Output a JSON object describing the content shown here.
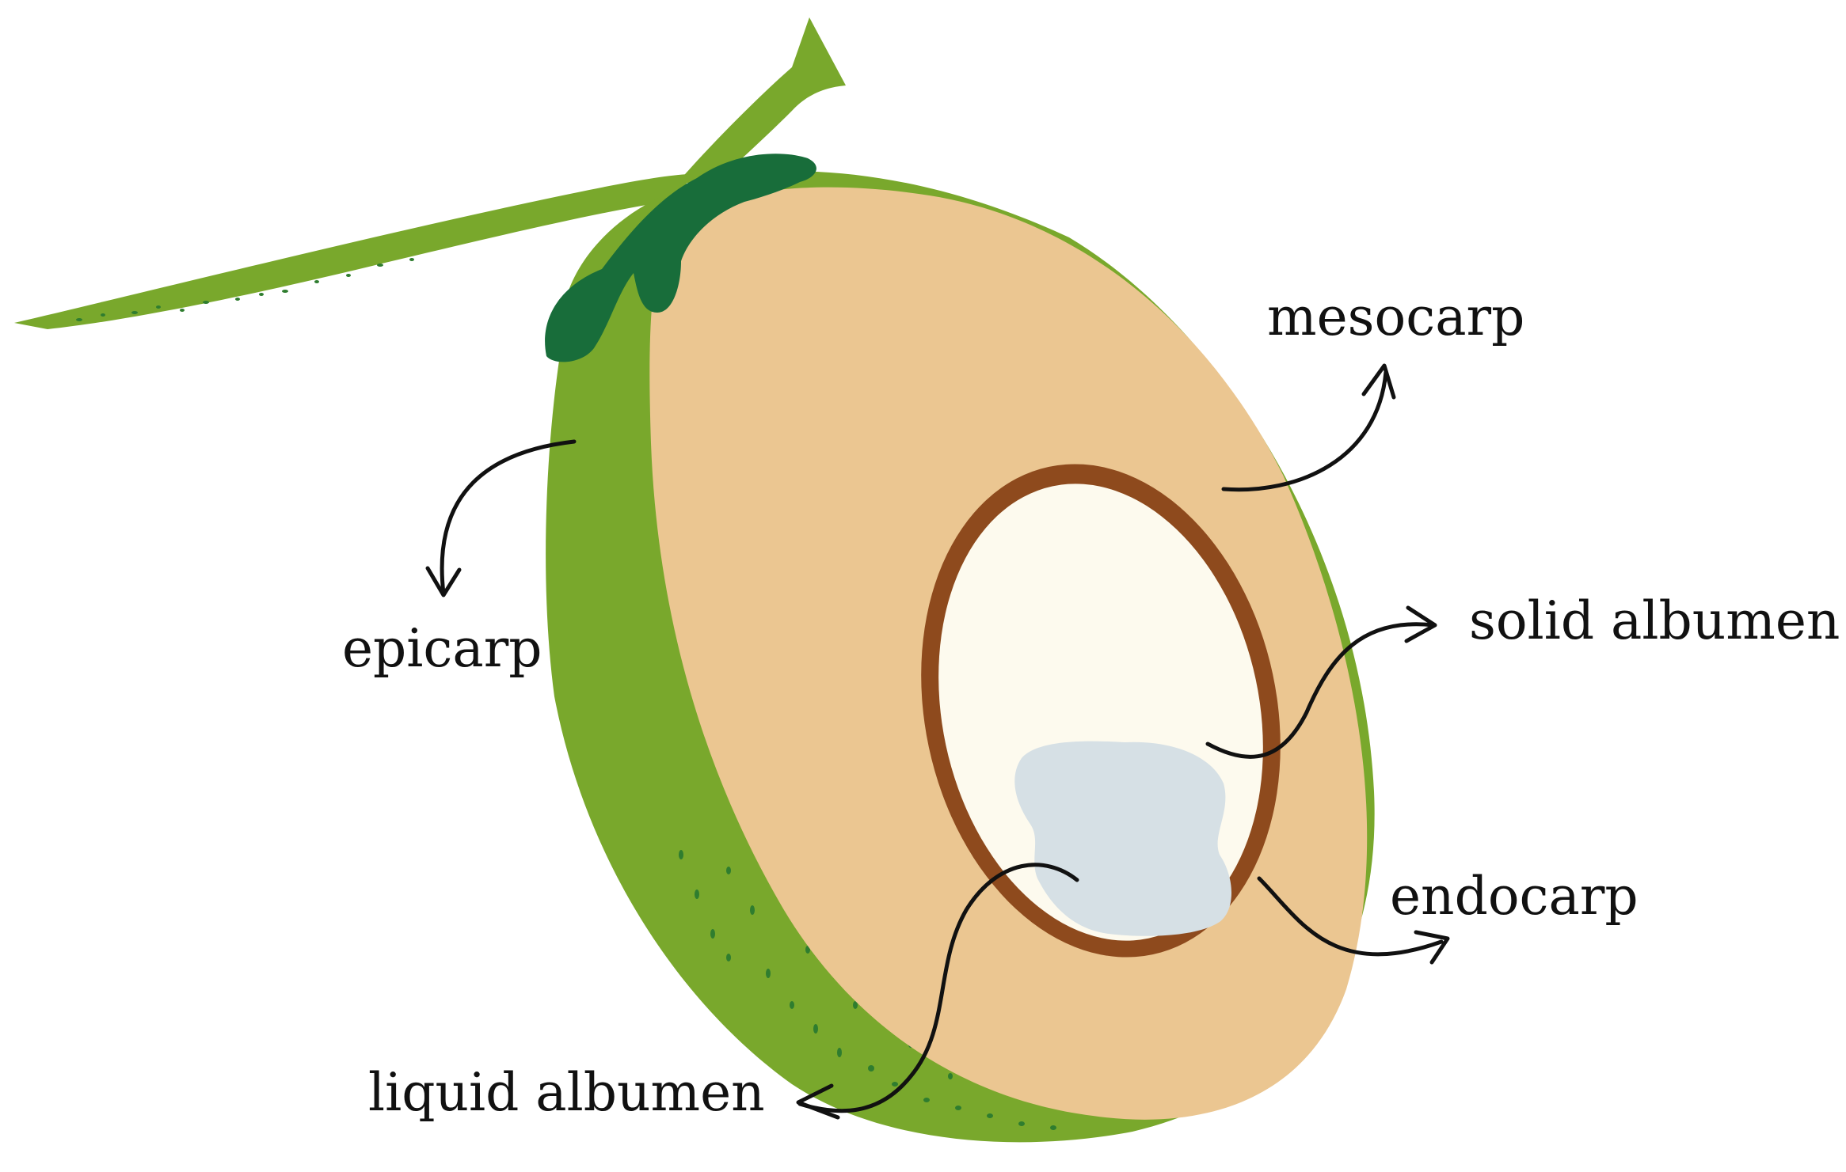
{
  "labels": {
    "mesocarp": "mesocarp",
    "epicarp": "epicarp",
    "solid_albumen": "solid albumen",
    "endocarp": "endocarp",
    "liquid_albumen": "liquid albumen"
  },
  "colors": {
    "epicarp_green": "#79a82c",
    "calyx_green": "#186d3a",
    "speckle_green": "#2f7d2f",
    "mesocarp_tan": "#ebc691",
    "endocarp_brown": "#8e4a1d",
    "solid_albumen_cream": "#fdfaee",
    "liquid_albumen_blue": "#d6e0e5",
    "arrow_black": "#111111"
  }
}
